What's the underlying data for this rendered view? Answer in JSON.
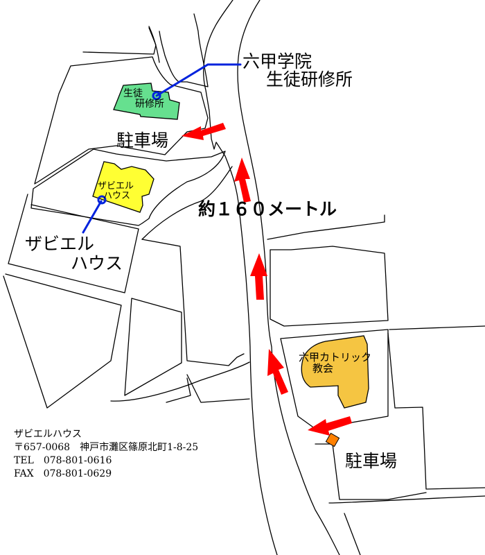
{
  "map": {
    "colors": {
      "road_line": "#000000",
      "seito_building": "#66e08f",
      "xavier_building": "#ffff33",
      "church_building": "#f5c542",
      "parking_marker": "#ff8000",
      "arrow": "#ff0000",
      "callout_line": "#0022dd"
    },
    "labels": {
      "main_callout_line1": "六甲学院",
      "main_callout_line2": "生徒研修所",
      "parking_left": "駐車場",
      "parking_right": "駐車場",
      "distance": "約１６０メートル",
      "xavier_callout_line1": "ザビエル",
      "xavier_callout_line2": "ハウス",
      "seito_building_line1": "生徒",
      "seito_building_line2": "研修所",
      "xavier_building_line1": "ザビエル",
      "xavier_building_line2": "ハウス",
      "church_building_line1": "六甲カトリック",
      "church_building_line2": "教会"
    },
    "address": {
      "name": "ザビエルハウス",
      "postal": "〒657-0068　神戸市灘区篠原北町1-8-25",
      "tel": "TEL　078-801-0616",
      "fax": "FAX　078-801-0629"
    }
  }
}
